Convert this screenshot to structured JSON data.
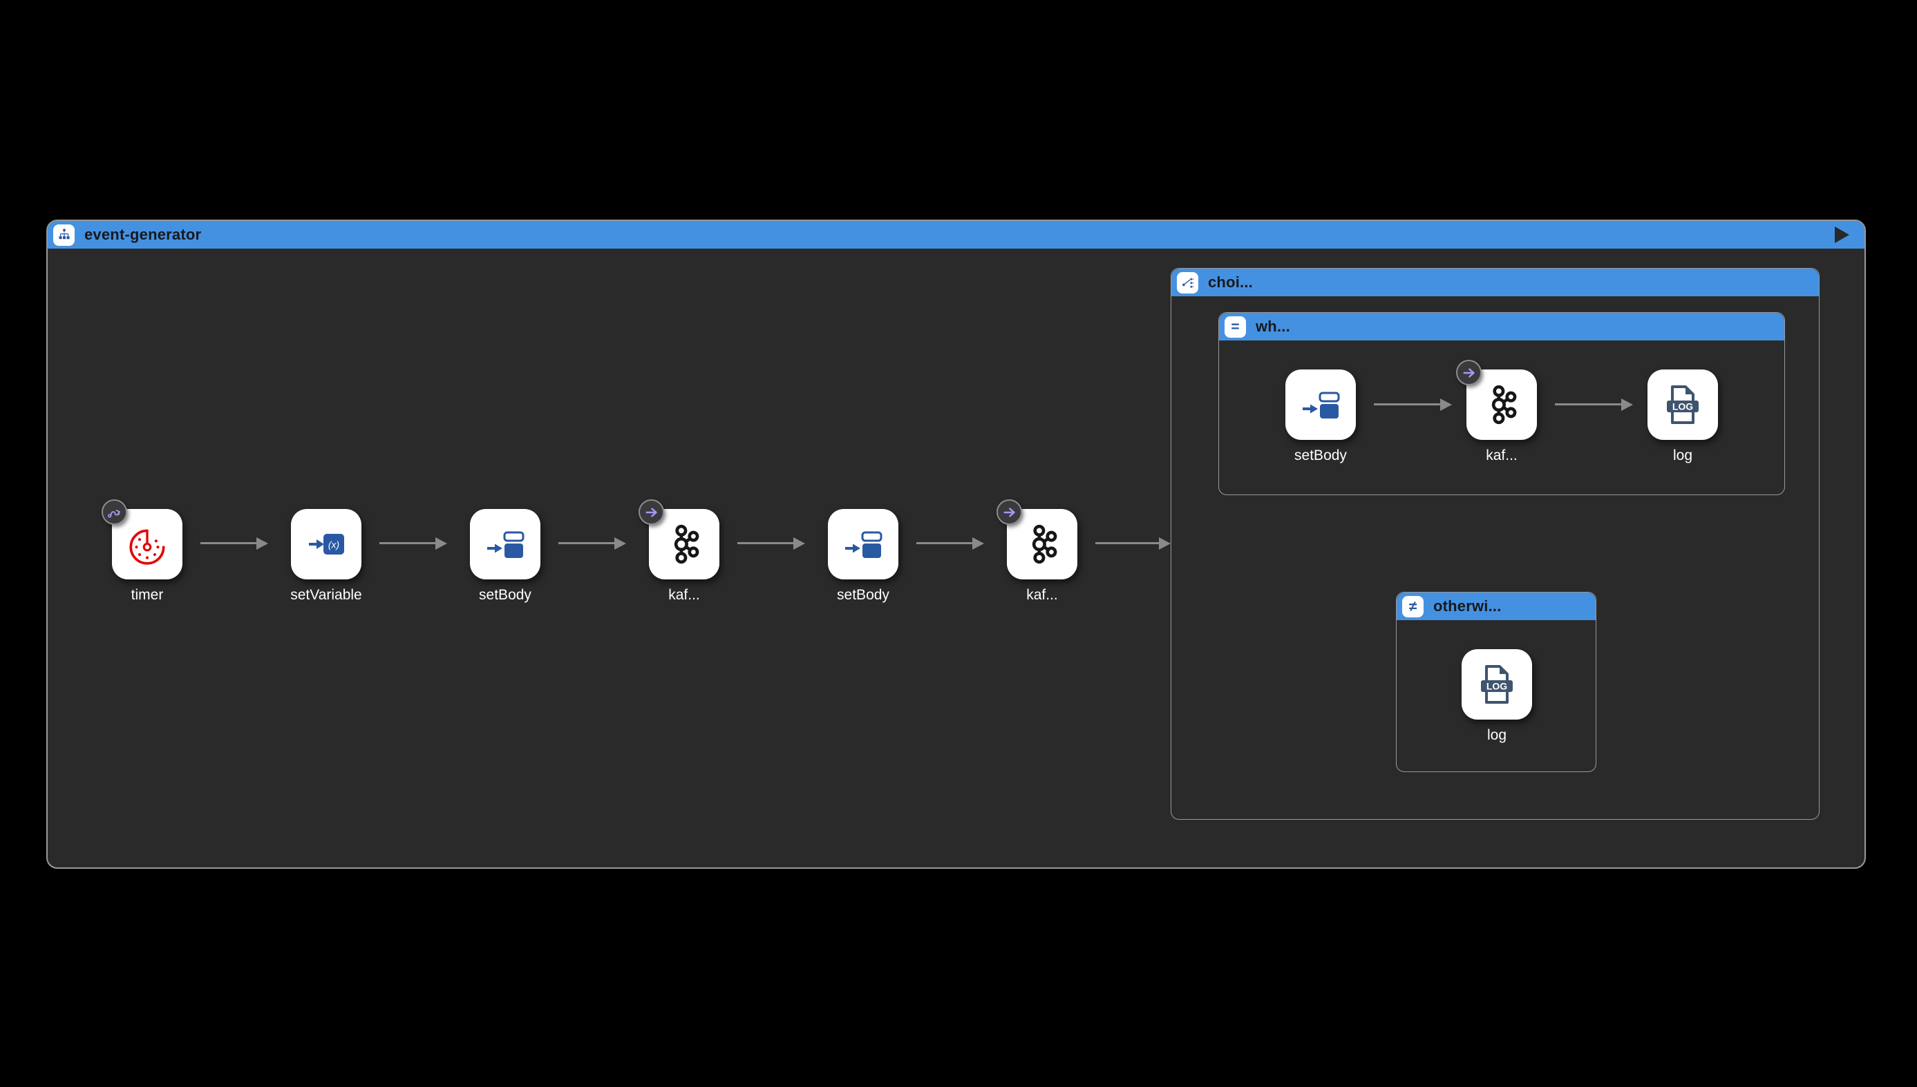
{
  "theme": {
    "page_bg": "#000000",
    "canvas_bg": "#2a2a2b",
    "container_border": "#97999c",
    "header_blue": "#4591e1",
    "header_text": "#16191d",
    "node_bg": "#ffffff",
    "node_label_text": "#ffffff",
    "arrow_gray": "#8a8a8a",
    "badge_bg": "#3a3a3c",
    "badge_accent": "#ab97f3",
    "camel_blue": "#2a59a3",
    "timer_red": "#e60000",
    "log_slate": "#3f546e",
    "kafka_black": "#161616"
  },
  "route": {
    "title": "event-generator",
    "header_icon": "route-tree-icon",
    "run_icon": "play-icon"
  },
  "main_flow": [
    {
      "label": "timer",
      "icon": "timer-clock-icon",
      "badge": "route-start-badge"
    },
    {
      "label": "setVariable",
      "icon": "set-variable-icon",
      "badge": null
    },
    {
      "label": "setBody",
      "icon": "set-body-icon",
      "badge": null
    },
    {
      "label": "kaf...",
      "icon": "kafka-icon",
      "badge": "produce-arrow-badge"
    },
    {
      "label": "setBody",
      "icon": "set-body-icon",
      "badge": null
    },
    {
      "label": "kaf...",
      "icon": "kafka-icon",
      "badge": "produce-arrow-badge"
    }
  ],
  "choice": {
    "title": "choi...",
    "header_icon": "choice-branch-icon",
    "when": {
      "title": "wh...",
      "header_icon": "equals-icon",
      "steps": [
        {
          "label": "setBody",
          "icon": "set-body-icon",
          "badge": null
        },
        {
          "label": "kaf...",
          "icon": "kafka-icon",
          "badge": "produce-arrow-badge"
        },
        {
          "label": "log",
          "icon": "log-file-icon",
          "badge": null
        }
      ]
    },
    "otherwise": {
      "title": "otherwi...",
      "header_icon": "not-equals-icon",
      "steps": [
        {
          "label": "log",
          "icon": "log-file-icon",
          "badge": null
        }
      ]
    }
  }
}
